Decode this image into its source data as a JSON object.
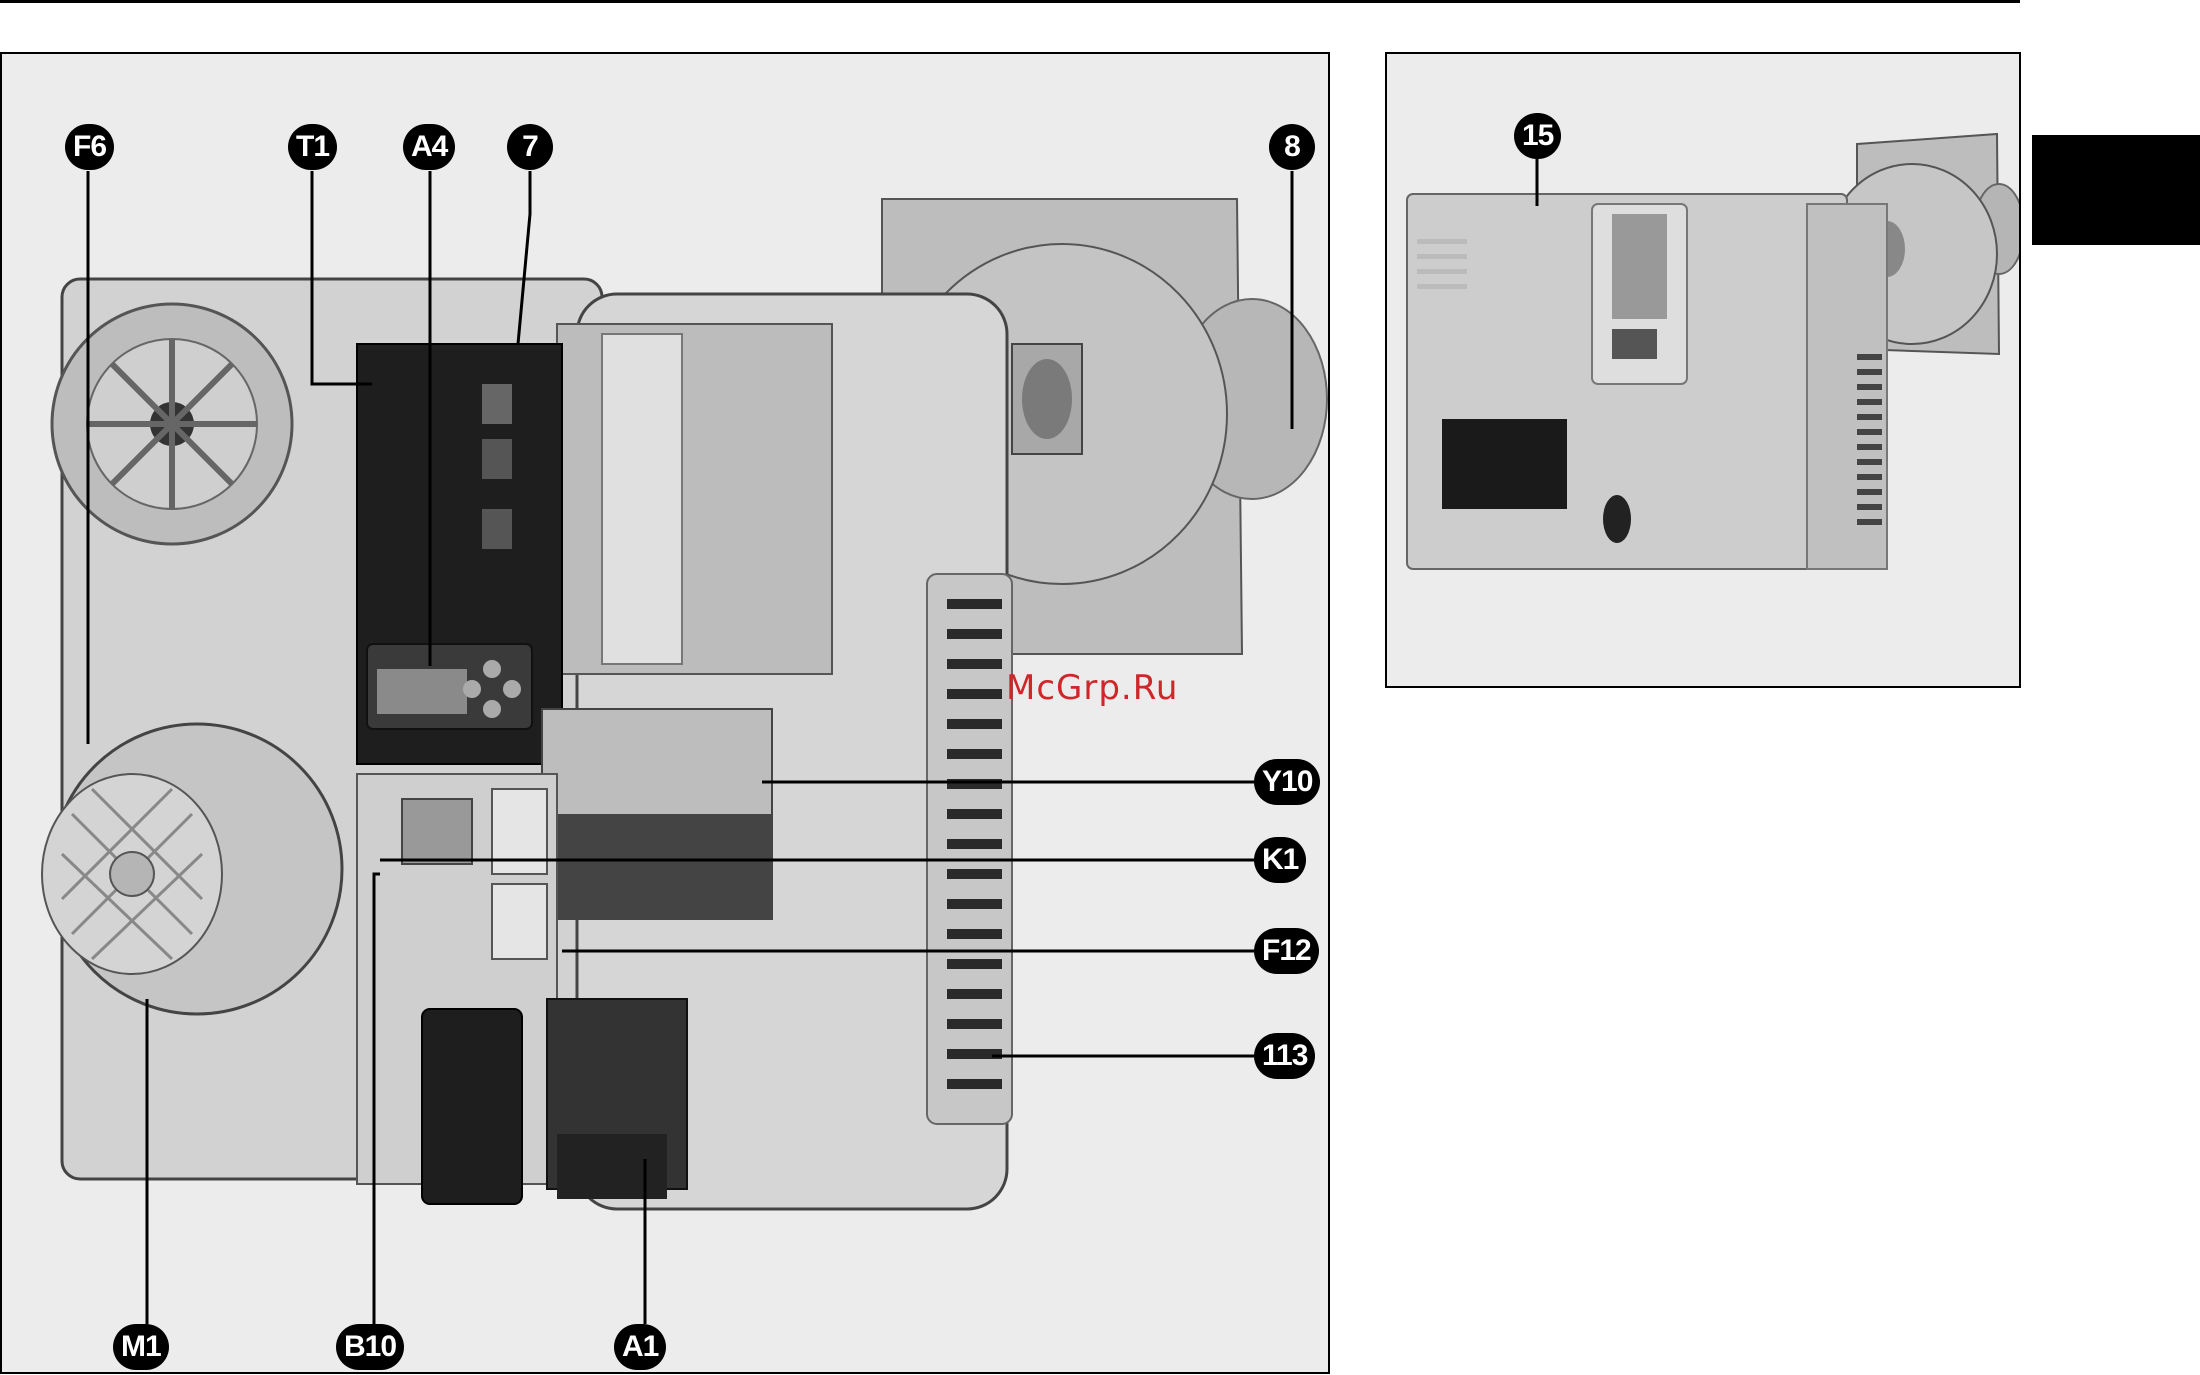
{
  "figure": {
    "main_callouts": {
      "F6": "F6",
      "T1": "T1",
      "A4": "A4",
      "7": "7",
      "8": "8",
      "Y10": "Y10",
      "K1": "K1",
      "F12": "F12",
      "113": "113",
      "M1": "M1",
      "B10": "B10",
      "A1": "A1"
    },
    "inset_callouts": {
      "15": "15"
    }
  },
  "watermark": "McGrp.Ru",
  "colors": {
    "panel_bg": "#ececec",
    "housing": "#c9c9c9",
    "dark_parts": "#1e1e1e",
    "callout_fill": "#000000",
    "watermark": "#d0262a"
  }
}
